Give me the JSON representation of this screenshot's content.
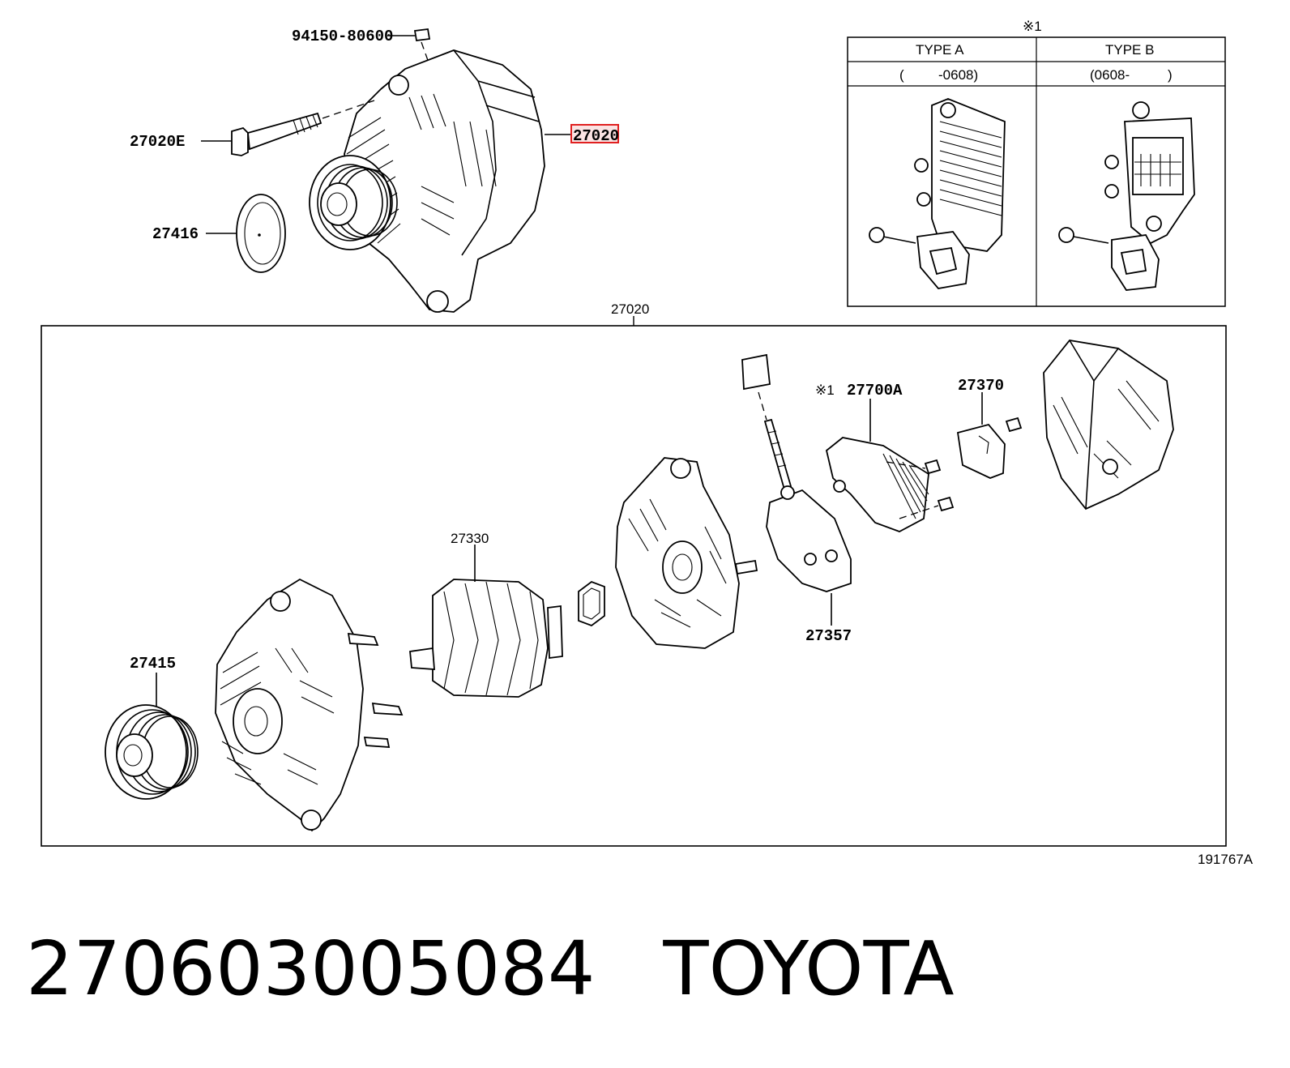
{
  "diagram": {
    "callouts": {
      "nut": "94150-80600",
      "bolt": "27020E",
      "alternator_assy": "27020",
      "gasket": "27416",
      "exploded_group": "27020",
      "pulley": "27415",
      "rotor": "27330",
      "brush_holder": "27357",
      "regulator_note": "※1",
      "regulator": "27700A",
      "terminal_insulator": "27370"
    },
    "type_table": {
      "note": "※1",
      "columns": [
        {
          "type": "TYPE A",
          "range_open": "(",
          "range_value": "-0608)"
        },
        {
          "type": "TYPE B",
          "range_open": "(0608-",
          "range_close": ")"
        }
      ]
    },
    "figure_id": "191767A"
  },
  "footer": {
    "part_number": "27060300508​4",
    "brand": "TOYOTA"
  },
  "colors": {
    "highlight": "#e02020",
    "highlight_fill": "#fbe3e3",
    "ink": "#000000"
  }
}
